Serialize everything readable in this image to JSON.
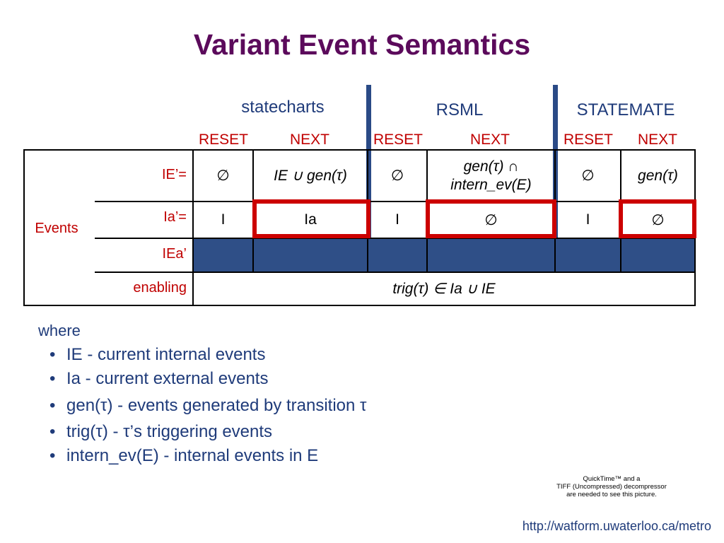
{
  "title": "Variant Event Semantics",
  "groups": [
    "statecharts",
    "RSML",
    "STATEMATE"
  ],
  "subheaders": [
    "RESET",
    "NEXT",
    "RESET",
    "NEXT",
    "RESET",
    "NEXT"
  ],
  "events_label": "Events",
  "rows": [
    {
      "label": "IE’=",
      "cells": [
        "∅",
        "IE ∪ gen(τ)",
        "∅",
        "gen(τ) ∩ intern_ev(E)",
        "∅",
        "gen(τ)"
      ]
    },
    {
      "label": "Ia’=",
      "cells": [
        "I",
        "Ia",
        "I",
        "∅",
        "I",
        "∅"
      ]
    },
    {
      "label": "IEa’",
      "cells": [
        "",
        "",
        "",
        "",
        "",
        ""
      ]
    },
    {
      "label": "enabling",
      "span_text": "trig(τ) ∈ Ia ∪ IE"
    }
  ],
  "where_label": "where",
  "bullets": [
    "IE - current internal events",
    "Ia - current external events",
    "gen(τ) - events generated by transition τ",
    "trig(τ) - τ’s triggering events",
    "intern_ev(E) -  internal events in E"
  ],
  "quicktime_notice": [
    "QuickTime™ and a",
    "TIFF (Uncompressed) decompressor",
    "are needed to see this picture."
  ],
  "footer_url": "http://watform.uwaterloo.ca/metro",
  "colors": {
    "title": "#5b0a5b",
    "text_blue": "#1f3b7a",
    "header_red": "#c00000",
    "highlight_red": "#cc0000",
    "fill_blue": "#2f4f87"
  }
}
